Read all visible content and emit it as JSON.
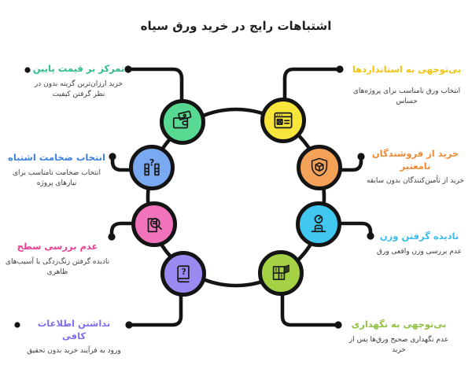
{
  "title": "اشتباهات رایج در خرید ورق سیاه",
  "items": [
    {
      "key": "focus-low-price",
      "title": "تمرکز بر قیمت پایین",
      "desc": "خرید ارزان‌ترین گزینه بدون در نظر گرفتن کیفیت",
      "title_color": "#2bbd85",
      "node_color": "#57d992",
      "icon": "wallet-money-icon"
    },
    {
      "key": "ignore-standards",
      "title": "بی‌توجهی به استانداردها",
      "desc": "انتخاب ورق نامناسب برای پروژه‌های حساس",
      "title_color": "#f1c40f",
      "node_color": "#f8e53b",
      "icon": "webpage-certificate-icon"
    },
    {
      "key": "wrong-thickness",
      "title": "انتخاب ضخامت اشتباه",
      "desc": "انتخاب ضخامت نامناسب برای نیازهای پروژه",
      "title_color": "#3b82e0",
      "node_color": "#79a9f0",
      "icon": "thickness-question-icon"
    },
    {
      "key": "untrusted-sellers",
      "title": "خرید از فروشندگان نامعتبر",
      "desc": "خرید از تأمین‌کنندگان بدون سابقه",
      "title_color": "#ee8a33",
      "node_color": "#f5a259",
      "icon": "shield-package-icon"
    },
    {
      "key": "no-surface-check",
      "title": "عدم بررسی سطح",
      "desc": "نادیده گرفتن زنگ‌زدگی یا آسیب‌های ظاهری",
      "title_color": "#ee3f92",
      "node_color": "#f173bb",
      "icon": "document-magnifier-icon"
    },
    {
      "key": "ignore-weight",
      "title": "نادیده گرفتن وزن",
      "desc": "عدم بررسی وزن واقعی ورق",
      "title_color": "#38bdea",
      "node_color": "#41c8f1",
      "icon": "weight-scale-icon"
    },
    {
      "key": "no-info",
      "title": "نداشتن اطلاعات کافی",
      "desc": "ورود به فرآیند خرید بدون تحقیق",
      "title_color": "#7e6ff0",
      "node_color": "#9a8bf2",
      "icon": "book-question-icon"
    },
    {
      "key": "ignore-storage",
      "title": "بی‌توجهی به نگهداری",
      "desc": "عدم نگهداری صحیح ورق‌ها پس از خرید",
      "title_color": "#8fc043",
      "node_color": "#a5d244",
      "icon": "storage-warning-icon"
    }
  ]
}
